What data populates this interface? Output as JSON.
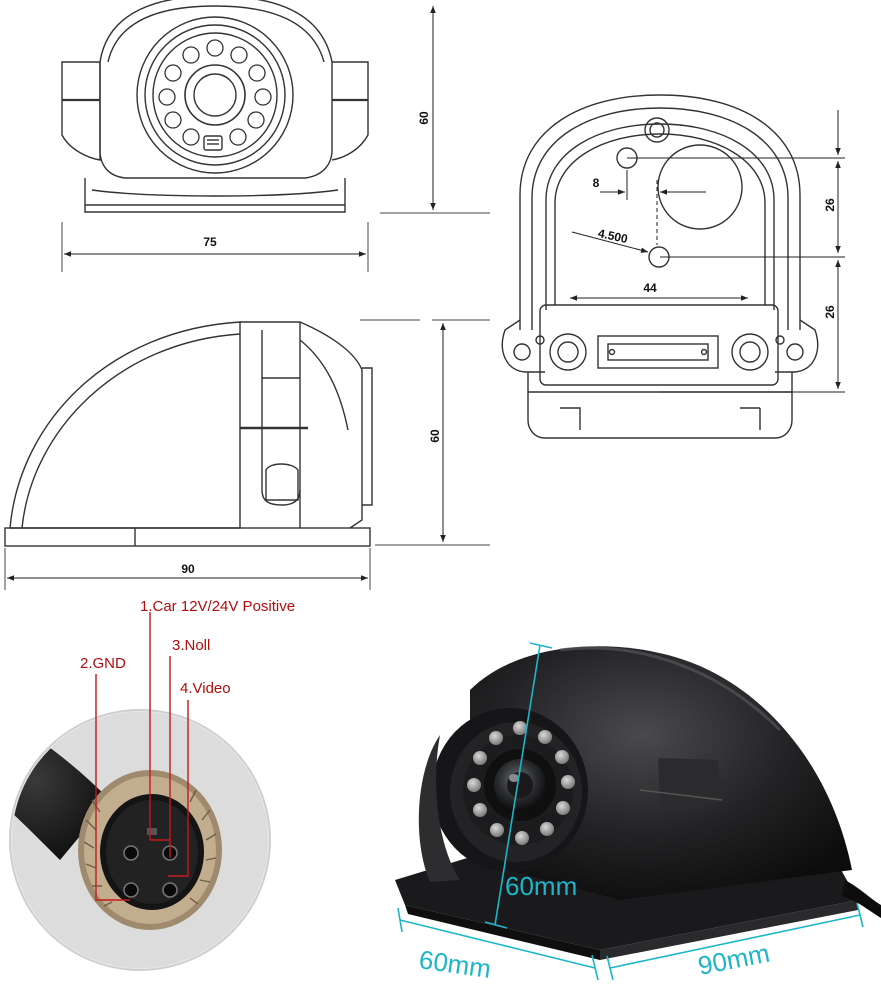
{
  "dimensions": {
    "front_height": "60",
    "front_width": "75",
    "side_height": "60",
    "side_width": "90",
    "back_offset": "8",
    "back_hole": "4.500",
    "back_spacing": "44",
    "back_upper": "26",
    "back_lower": "26"
  },
  "pinout": {
    "pin1": "1.Car 12V/24V Positive",
    "pin2": "2.GND",
    "pin3": "3.Noll",
    "pin4": "4.Video"
  },
  "photo_dimensions": {
    "height": "60mm",
    "depth": "60mm",
    "length": "90mm"
  },
  "colors": {
    "line_art": "#333333",
    "pin_label": "#b00d0d",
    "photo_dimension": "#1cb6c8",
    "camera_body": "#1c1c1e"
  }
}
